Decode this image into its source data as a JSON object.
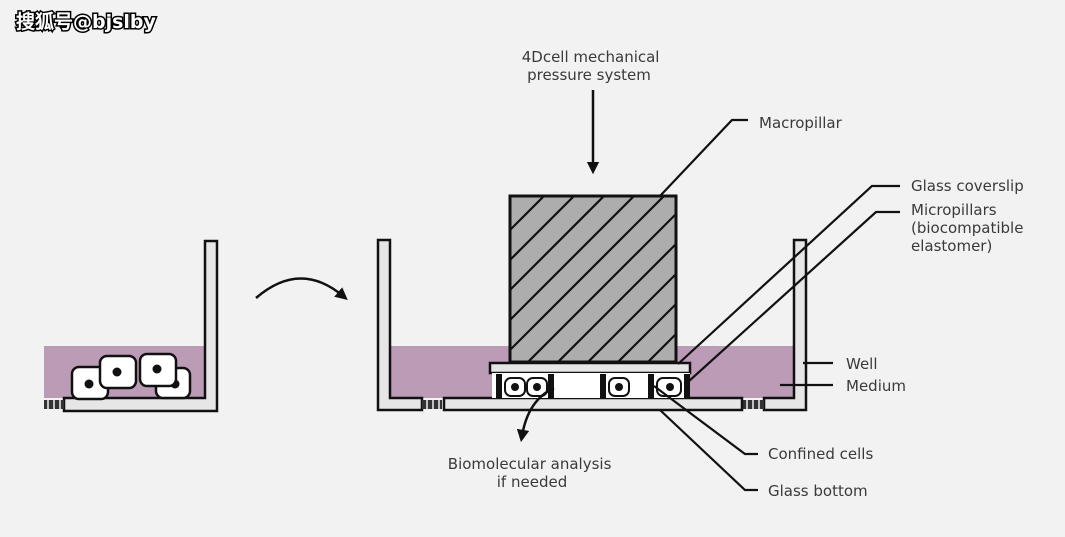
{
  "watermark": "搜狐号@bjslby",
  "colors": {
    "background": "#f2f2f2",
    "medium": "#bb9bb5",
    "well_wall": "#e6e6e6",
    "macropillar": "#adadad",
    "cell": "#ffffff",
    "line": "#111111",
    "text": "#3a3a3a"
  },
  "labels": {
    "pressure_system": [
      "4Dcell mechanical",
      "pressure system"
    ],
    "macropillar": "Macropillar",
    "glass_coverslip": "Glass coverslip",
    "micropillars": [
      "Micropillars",
      "(biocompatible",
      "elastomer)"
    ],
    "well": "Well",
    "medium": "Medium",
    "confined_cells": "Confined cells",
    "glass_bottom": "Glass bottom",
    "biomolecular_analysis": [
      "Biomolecular analysis",
      "if needed"
    ]
  }
}
